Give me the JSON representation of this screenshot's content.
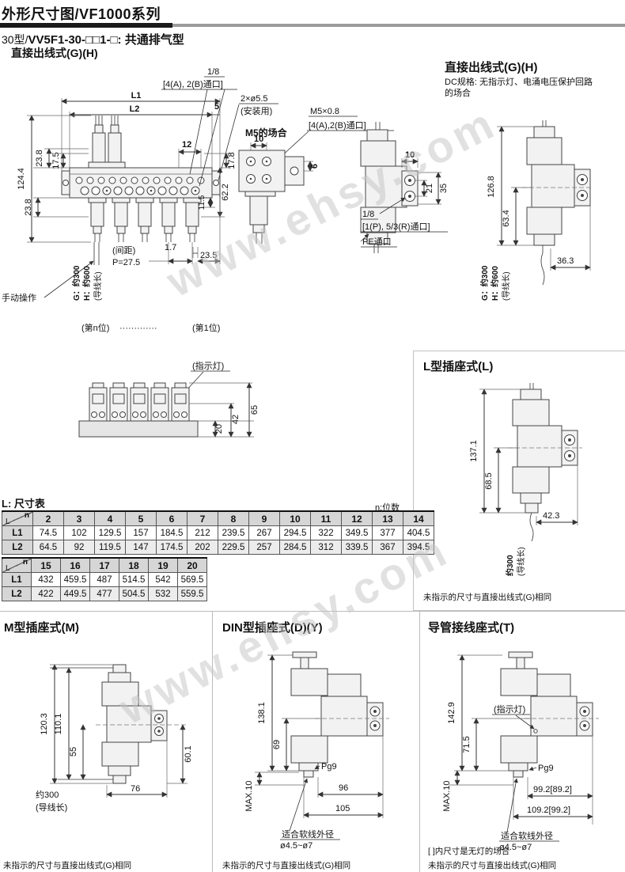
{
  "page": {
    "header_title": "外形尺寸图/VF1000系列",
    "model_prefix": "30型/",
    "model_bold": "VV5F1-30-□□1-□",
    "model_suffix": ": 共通排气型",
    "sub_heading": "直接出线式(G)(H)",
    "watermark": "www.ehsy.com"
  },
  "right_heading": {
    "title": "直接出线式(G)(H)",
    "note1": "DC规格: 无指示灯、电涌电压保护回路",
    "note2": "的场合"
  },
  "fig_front": {
    "thread": "1/8",
    "port": "[4(A), 2(B)通口]",
    "mount": "2×ø5.5",
    "mount_note": "(安装用)",
    "L1": "L1",
    "L2": "L2",
    "d5": "5",
    "d12": "12",
    "d23_8_top": "23.8",
    "d17_5": "17.5",
    "d124_4": "124.4",
    "d23_8_bot": "23.8",
    "d17_8": "17.8",
    "d11_5": "11.5",
    "d62_2": "62.2",
    "manual": "手动操作",
    "pitch": "(间距)",
    "pitch_val": "P=27.5",
    "d1_7": "1.7",
    "d23_5": "23.5",
    "lead_g": "G：约300",
    "lead_h": "H：约600",
    "lead_len": "(导线长)"
  },
  "fig_m5": {
    "caption": "M5的场合",
    "thread": "M5×0.8",
    "port": "[4(A),2(B)通口]",
    "d10": "10",
    "d6": "6"
  },
  "fig_side": {
    "d10": "10",
    "d21": "21",
    "d35": "35",
    "thread": "1/8",
    "port": "[1(P), 5/3(R)通口]",
    "pe": "PE通口"
  },
  "fig_right": {
    "d126_8": "126.8",
    "d63_4": "63.4",
    "d36_3": "36.3",
    "lead_g": "G：约300",
    "lead_h": "H：约600",
    "lead_len": "(导线长)"
  },
  "fig_stations": {
    "nth": "(第n位)",
    "dots": "·············",
    "first": "(第1位)",
    "lamp": "(指示灯)",
    "d65": "65",
    "d42": "42",
    "d20": "20"
  },
  "l_box": {
    "title": "L型插座式(L)",
    "d137_1": "137.1",
    "d68_5": "68.5",
    "d42_3": "42.3",
    "lead": "约300",
    "lead_len": "(导线长)",
    "footer": "未指示的尺寸与直接出线式(G)相同"
  },
  "size_table": {
    "title": "L: 尺寸表",
    "note": "n:位数",
    "corner_n": "n",
    "corner_l": "L",
    "row1": "L1",
    "row2": "L2",
    "t1_n": [
      "2",
      "3",
      "4",
      "5",
      "6",
      "7",
      "8",
      "9",
      "10",
      "11",
      "12",
      "13",
      "14"
    ],
    "t1_L1": [
      "74.5",
      "102",
      "129.5",
      "157",
      "184.5",
      "212",
      "239.5",
      "267",
      "294.5",
      "322",
      "349.5",
      "377",
      "404.5"
    ],
    "t1_L2": [
      "64.5",
      "92",
      "119.5",
      "147",
      "174.5",
      "202",
      "229.5",
      "257",
      "284.5",
      "312",
      "339.5",
      "367",
      "394.5"
    ],
    "t2_n": [
      "15",
      "16",
      "17",
      "18",
      "19",
      "20"
    ],
    "t2_L1": [
      "432",
      "459.5",
      "487",
      "514.5",
      "542",
      "569.5"
    ],
    "t2_L2": [
      "422",
      "449.5",
      "477",
      "504.5",
      "532",
      "559.5"
    ]
  },
  "m_box": {
    "title": "M型插座式(M)",
    "d120_3": "120.3",
    "d110_1": "110.1",
    "d55": "55",
    "d60_1": "60.1",
    "d76": "76",
    "lead": "约300",
    "lead_len": "(导线长)",
    "footer": "未指示的尺寸与直接出线式(G)相同"
  },
  "din_box": {
    "title": "DIN型插座式(D)(Y)",
    "d138_1": "138.1",
    "d69": "69",
    "pg": "Pg9",
    "d96": "96",
    "d105": "105",
    "max10": "MAX.10",
    "cable1": "适合软线外径",
    "cable2": "ø4.5~ø7",
    "footer": "未指示的尺寸与直接出线式(G)相同"
  },
  "t_box": {
    "title": "导管接线座式(T)",
    "d142_9": "142.9",
    "d71_5": "71.5",
    "lamp": "(指示灯)",
    "pg": "Pg9",
    "d99": "99.2[89.2]",
    "d109": "109.2[99.2]",
    "max10": "MAX.10",
    "cable1": "适合软线外径",
    "cable2": "ø4.5~ø7",
    "note": "[  ]内尺寸是无灯的场合",
    "footer": "未指示的尺寸与直接出线式(G)相同"
  },
  "colors": {
    "bar_black": "#1a1a1a",
    "bar_gray": "#9b9b9b",
    "line": "#333333",
    "body_fill": "#f2f2f2",
    "table_head": "#d6d6d6"
  }
}
